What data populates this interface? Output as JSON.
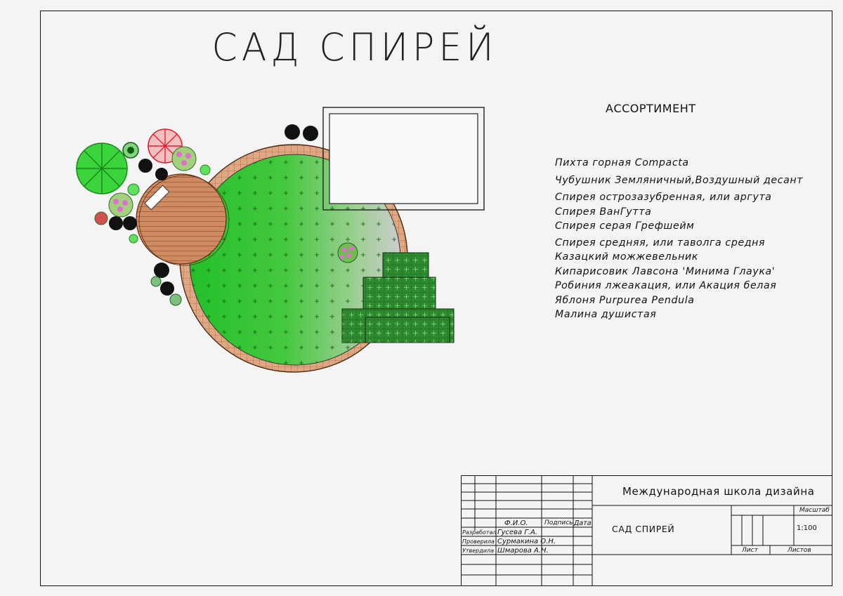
{
  "drawing": {
    "title": "САД СПИРЕЙ"
  },
  "assortment": {
    "heading": "АССОРТИМЕНТ",
    "items": [
      "Пихта горная Compacta",
      "Чубушник Земляничный,Воздушный десант",
      "Спирея острозазубренная, или аргута",
      "Спирея ВанГутта",
      "Спирея серая Грефшейм",
      "Спирея средняя, или таволга средня",
      "Казацкий можжевельник",
      "Кипарисовик Лавсона 'Минима Глаука'",
      "Робиния лжеакация, или Акация белая",
      "Яблоня Purpurea Pendula",
      "Малина душистая"
    ]
  },
  "stamp": {
    "organization": "Международная школа дизайна",
    "project": "САД СПИРЕЙ",
    "col_fio": "Ф.И.О.",
    "col_sign": "Подпись",
    "col_date": "Дата",
    "rows": [
      {
        "role": "Разработал",
        "name": "Гусева Г.А."
      },
      {
        "role": "Проверила",
        "name": "Сурмакина О.Н."
      },
      {
        "role": "Утвердила",
        "name": "Шмарова А.Н."
      }
    ],
    "scale_label": "Масштаб",
    "scale_value": "1:100",
    "sheet_label": "Лист",
    "sheets_label": "Листов"
  },
  "colors": {
    "lawn_green": "#2fc62f",
    "lawn_fade": "#c8c8c8",
    "paving": "#d9a07a",
    "deck": "#d08a5f",
    "hedge": "#2f8f2f",
    "spirea_pink": "#e070d0",
    "tree_red": "#e02030"
  }
}
